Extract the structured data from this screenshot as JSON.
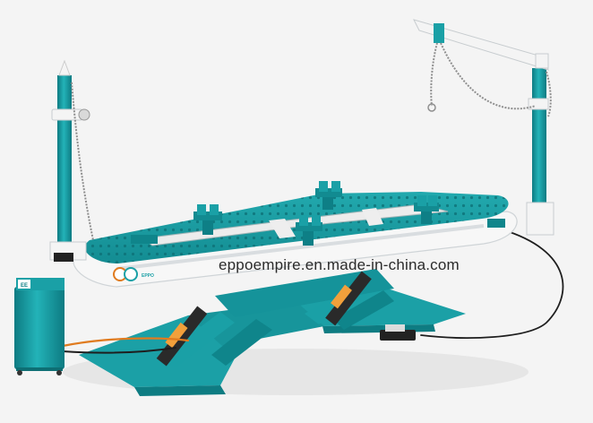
{
  "watermark": {
    "text": "eppoempire.en.made-in-china.com"
  },
  "brand": {
    "name": "EPPO EMPIRE",
    "logo_mark": "EE"
  },
  "colors": {
    "teal": "#1aa0a6",
    "teal_dark": "#0e7f86",
    "white_frame": "#f7f7f7",
    "gray_frame": "#d9dde0",
    "hose_orange": "#e07b1f",
    "hose_black": "#1e1e1e",
    "piston_orange": "#f1a03b"
  }
}
